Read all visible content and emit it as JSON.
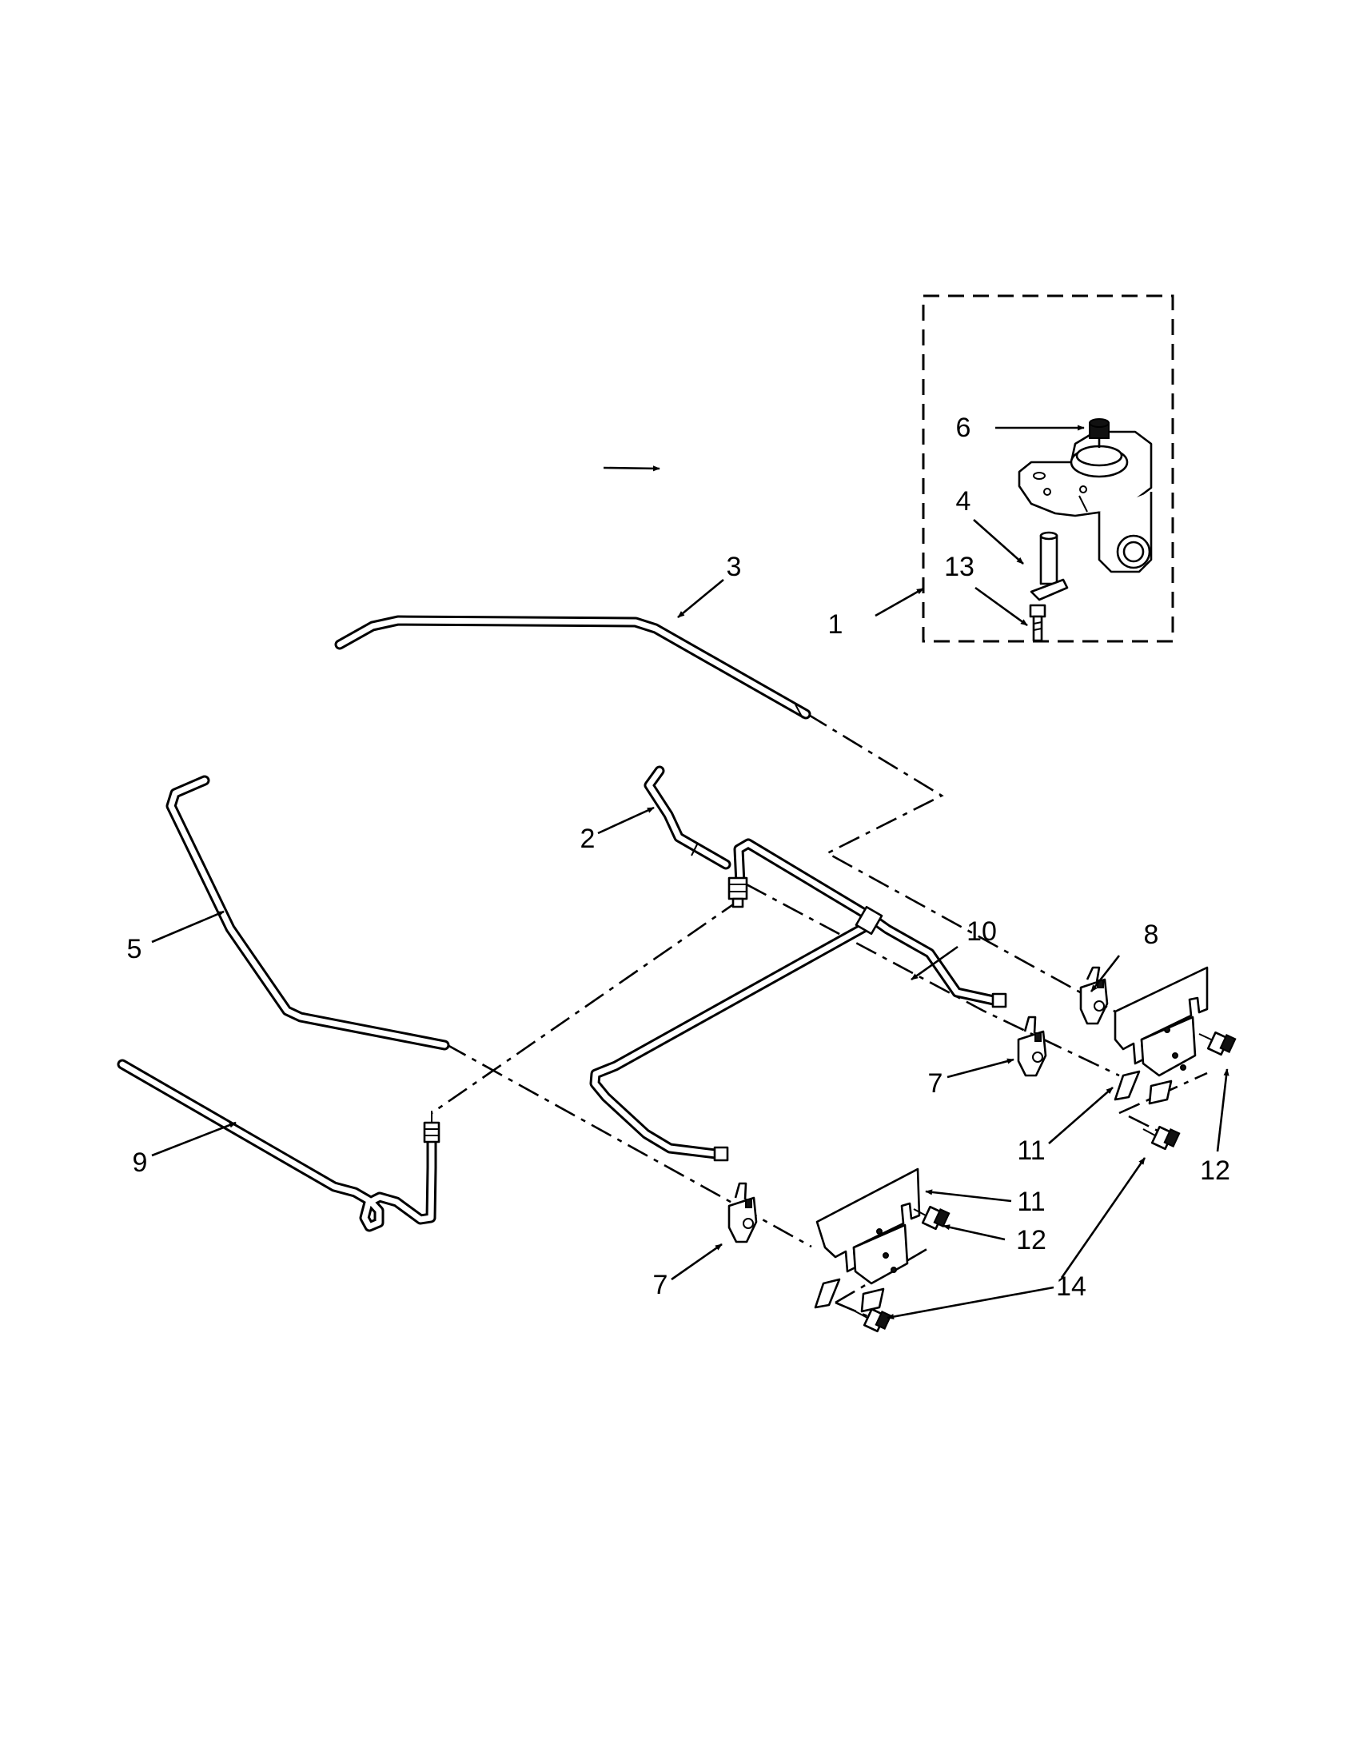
{
  "callouts": {
    "c1": "1",
    "c2": "2",
    "c3": "3",
    "c4": "4",
    "c5": "5",
    "c6": "6",
    "c7a": "7",
    "c7b": "7",
    "c8": "8",
    "c9": "9",
    "c10": "10",
    "c11a": "11",
    "c11b": "11",
    "c12a": "12",
    "c12b": "12",
    "c13": "13",
    "c14": "14"
  }
}
